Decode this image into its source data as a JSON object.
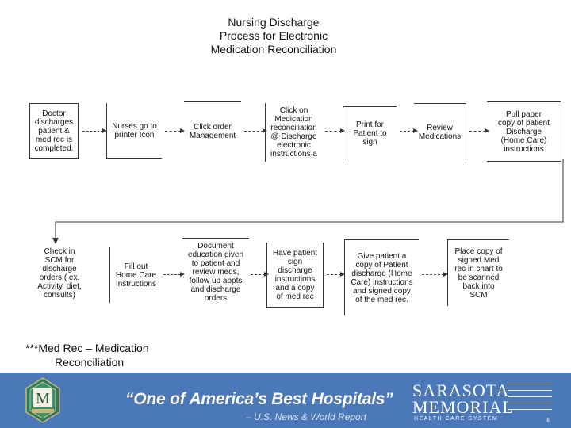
{
  "title": {
    "line1": "Nursing Discharge",
    "line2": "Process for Electronic",
    "line3": "Medication Reconciliation"
  },
  "row1": [
    {
      "lines": [
        "Doctor",
        "discharges",
        "patient &",
        "med rec is",
        "completed."
      ]
    },
    {
      "lines": [
        "Nurses go to",
        "printer Icon"
      ]
    },
    {
      "lines": [
        "Click order",
        "Management"
      ]
    },
    {
      "lines": [
        "Click on",
        "Medication",
        "reconciliation",
        "@ Discharge",
        "electronic",
        "instructions a"
      ]
    },
    {
      "lines": [
        "Print for",
        "Patient to",
        "sign"
      ]
    },
    {
      "lines": [
        "Review",
        "Medications"
      ]
    },
    {
      "lines": [
        "Pull paper",
        "copy of patient",
        "Discharge",
        "(Home Care)",
        "instructions"
      ]
    }
  ],
  "row2": [
    {
      "lines": [
        "Check in",
        "SCM for",
        "discharge",
        "orders ( ex.",
        "Activity, diet,",
        "consults)"
      ]
    },
    {
      "lines": [
        "Fill out",
        "Home Care",
        "Instructions"
      ]
    },
    {
      "lines": [
        "Document",
        "education given",
        "to patient and",
        "review meds,",
        "follow up appts",
        "and discharge",
        "orders"
      ]
    },
    {
      "lines": [
        "Have patient",
        "sign",
        "discharge",
        "instructions",
        "and a copy",
        "of med rec"
      ]
    },
    {
      "lines": [
        "Give patient a",
        "copy of Patient",
        "discharge (Home",
        "Care) instructions",
        "and signed copy",
        "of the med rec."
      ]
    },
    {
      "lines": [
        "Place copy of",
        "signed Med",
        "rec in chart to",
        "be scanned",
        "back into",
        "SCM"
      ]
    }
  ],
  "note": {
    "line1": "***Med Rec – Medication",
    "line2": "Reconciliation"
  },
  "footer": {
    "logo_letter": "M",
    "quote": "“One of America’s Best Hospitals”",
    "attribution": "– U.S. News & World Report",
    "brand_line1": "SARASOTA",
    "brand_line2": "MEMORIAL",
    "brand_line3": "HEALTH CARE SYSTEM",
    "registered": "®",
    "background": "#4a78b8"
  }
}
